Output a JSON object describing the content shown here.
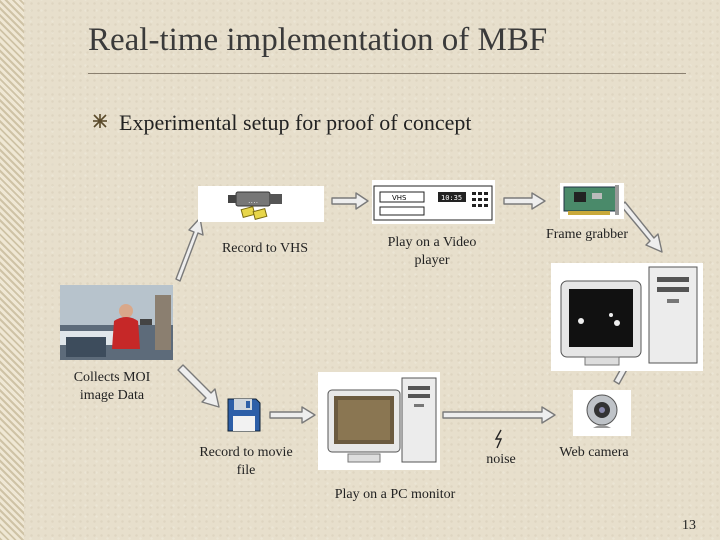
{
  "slide": {
    "title": "Real-time implementation of MBF",
    "bullet": "Experimental setup for proof of concept",
    "page_number": "13"
  },
  "labels": {
    "record_vhs": "Record to VHS",
    "play_video_player": "Play on a Video player",
    "frame_grabber": "Frame grabber",
    "collects_moi": "Collects MOI image Data",
    "record_movie_file": "Record to movie file",
    "play_pc_monitor": "Play on a PC monitor",
    "noise": "noise",
    "web_camera": "Web camera"
  },
  "icons": {
    "camcorder": "camcorder-icon",
    "vcr": "vcr-icon",
    "frame_grabber_card": "pci-card-icon",
    "operator_photo": "operator-photo",
    "floppy": "floppy-disk-icon",
    "pc_monitor": "pc-monitor-icon",
    "pc_tower": "pc-tower-icon",
    "noise": "lightning-icon",
    "webcam": "webcam-icon",
    "crt_monitor": "crt-monitor-icon"
  },
  "colors": {
    "background": "#e7dfcc",
    "title_text": "#3a3a3a",
    "arrow_fill": "#eeeeee",
    "arrow_stroke": "#7a7a7a"
  }
}
